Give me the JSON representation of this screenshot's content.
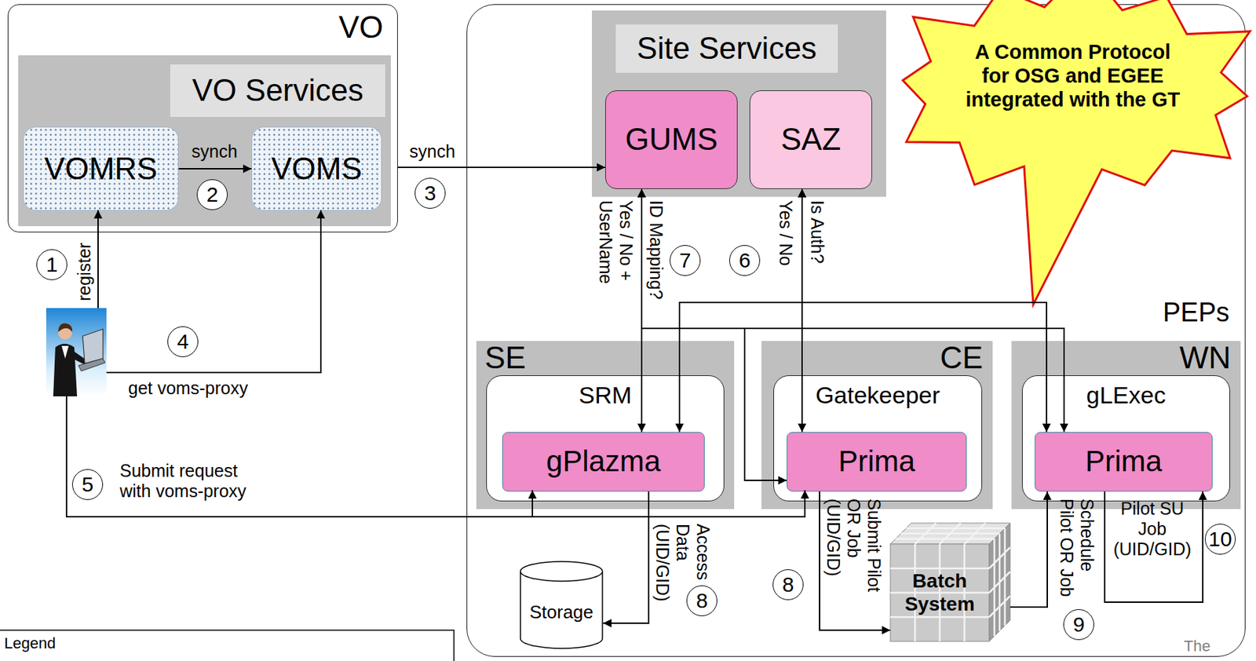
{
  "diagram": {
    "nodes": [
      {
        "text": [
          "VO"
        ]
      },
      {
        "text": [
          "VO Services"
        ],
        "in": 0
      },
      {
        "text": [
          "VOMRS"
        ],
        "in": 1
      },
      {
        "text": [
          "VOMS"
        ],
        "in": 1
      },
      {
        "text": [
          "PEPs"
        ]
      },
      {
        "text": [
          "Site Services"
        ],
        "in": 4
      },
      {
        "text": [
          "GUMS"
        ],
        "in": 5
      },
      {
        "text": [
          "SAZ"
        ],
        "in": 5
      },
      {
        "text": [
          "SE"
        ],
        "in": 4
      },
      {
        "text": [
          "SRM"
        ],
        "in": 8
      },
      {
        "text": [
          "gPlazma"
        ],
        "in": 9
      },
      {
        "text": [
          "CE"
        ],
        "in": 4
      },
      {
        "text": [
          "Gatekeeper"
        ],
        "in": 11
      },
      {
        "text": [
          "Prima"
        ],
        "in": 12
      },
      {
        "text": [
          "WN"
        ],
        "in": 4
      },
      {
        "text": [
          "gLExec"
        ],
        "in": 14
      },
      {
        "text": [
          "Prima"
        ],
        "in": 15
      },
      {
        "text": [
          "Storage"
        ],
        "in": 4
      },
      {
        "text": [
          "Batch System"
        ],
        "in": 4
      },
      {
        "text": [
          "A Common Protocol for OSG and EGEE integrated with the GT"
        ]
      }
    ],
    "edges": [
      {
        "from": 2,
        "to": 3,
        "label": "synch",
        "arrow": "to"
      },
      {
        "from": 0,
        "to": 6,
        "label": "synch",
        "arrow": "to"
      },
      {
        "from": 6,
        "to": 10,
        "label": "ID Mapping?",
        "arrow": "both"
      },
      {
        "from": 7,
        "to": 13,
        "label": "Is Auth?",
        "arrow": "both"
      },
      {
        "from": 6,
        "to": 13,
        "arrow": "both"
      },
      {
        "from": 6,
        "to": 16,
        "arrow": "both"
      },
      {
        "from": 7,
        "to": 10,
        "arrow": "both"
      },
      {
        "from": 7,
        "to": 16,
        "arrow": "both"
      },
      {
        "from": 10,
        "to": 17,
        "label": "Access Data (UID/GID)",
        "arrow": "to"
      },
      {
        "from": 13,
        "to": 18,
        "label": "Submit Pilot OR Job (UID/GID)",
        "arrow": "to"
      },
      {
        "from": 18,
        "to": 16,
        "label": "Schedule Pilot OR Job",
        "arrow": "to"
      },
      {
        "from": 16,
        "to": 16,
        "label": "Pilot SU Job (UID/GID)",
        "arrow": "to"
      }
    ],
    "labels": [
      "1",
      "register",
      "2",
      "3",
      "4",
      "get voms-proxy",
      "5",
      "Submit request with voms-proxy",
      "Yes / No + UserName",
      "7",
      "6",
      "Yes / No",
      "8",
      "8",
      "9",
      "10",
      "Legend",
      "The"
    ]
  }
}
